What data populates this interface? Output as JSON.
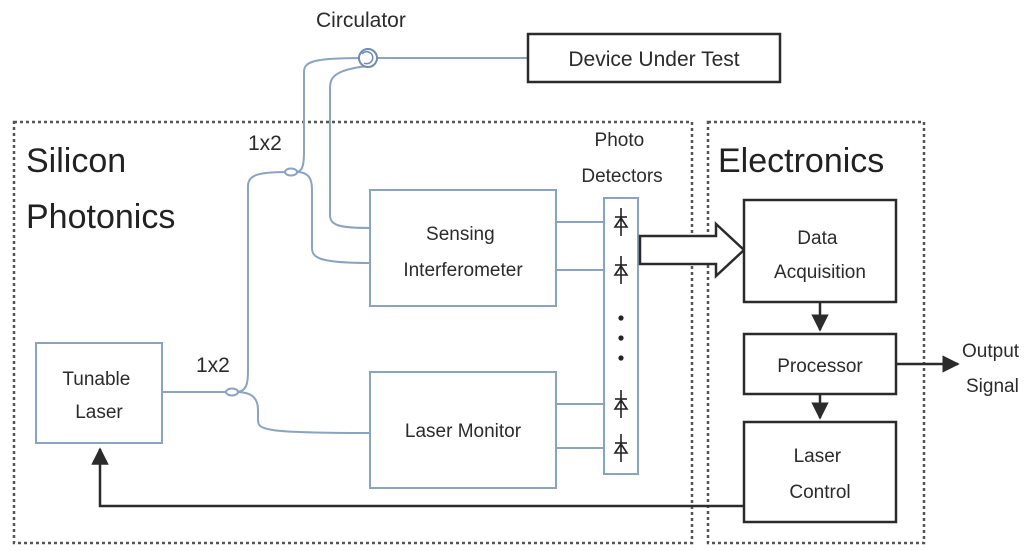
{
  "regions": {
    "silicon_photonics": [
      "Silicon",
      "Photonics"
    ],
    "electronics": "Electronics"
  },
  "blocks": {
    "device_under_test": "Device Under Test",
    "circulator": "Circulator",
    "splitter_top": "1x2",
    "splitter_bottom": "1x2",
    "photo_detectors": [
      "Photo",
      "Detectors"
    ],
    "sensing_interferometer": [
      "Sensing",
      "Interferometer"
    ],
    "tunable_laser": [
      "Tunable",
      "Laser"
    ],
    "laser_monitor": "Laser Monitor",
    "data_acquisition": [
      "Data",
      "Acquisition"
    ],
    "processor": "Processor",
    "laser_control": [
      "Laser",
      "Control"
    ],
    "output_signal": [
      "Output",
      "Signal"
    ]
  },
  "colors": {
    "optical": "#8aa3c0",
    "electrical": "#2b2b2b",
    "region_border": "#555555"
  }
}
